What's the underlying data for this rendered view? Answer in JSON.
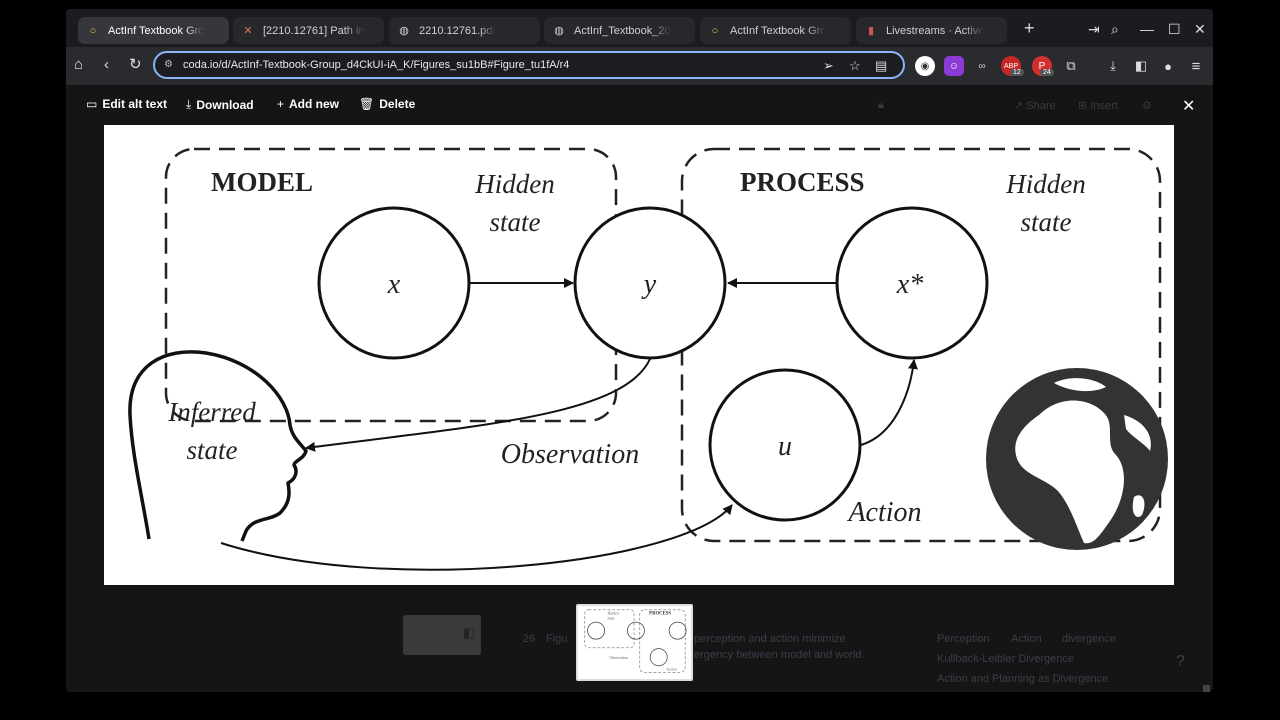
{
  "tabs": [
    {
      "title": "ActInf Textbook Gro",
      "icon": "○",
      "active": true
    },
    {
      "title": "[2210.12761] Path in",
      "icon": "✕"
    },
    {
      "title": "2210.12761.pdf",
      "icon": "◍"
    },
    {
      "title": "ActInf_Textbook_20",
      "icon": "◍"
    },
    {
      "title": "ActInf Textbook Gro",
      "icon": "○"
    },
    {
      "title": "Livestreams · Active",
      "icon": "▮"
    }
  ],
  "url": "coda.io/d/ActInf-Textbook-Group_d4CkUI-iA_K/Figures_su1bB#Figure_tu1fA/r4",
  "extensions": {
    "badge1": "12",
    "badge2": "24",
    "label1": "ABP"
  },
  "toolbar": {
    "edit_alt": "Edit alt text",
    "download": "Download",
    "add_new": "Add new",
    "delete": "Delete",
    "share": "Share",
    "insert": "Insert"
  },
  "figure": {
    "model_label": "MODEL",
    "process_label": "PROCESS",
    "hidden_state_left": [
      "Hidden",
      "state"
    ],
    "hidden_state_right": [
      "Hidden",
      "state"
    ],
    "node_x": "x",
    "node_y": "y",
    "node_xstar": "x*",
    "node_u": "u",
    "inferred_state": [
      "Inferred",
      "state"
    ],
    "observation": "Observation",
    "action": "Action"
  },
  "background_doc": {
    "row_number": "26",
    "caption_fragment": "Figu",
    "caption_line1": "perception and action minimize",
    "caption_line2": "ergency between model and world.",
    "tags": [
      "Perception",
      "Action",
      "divergence"
    ],
    "link1": "Kullback-Leibler Divergence",
    "link2": "Action and Planning as Divergence"
  },
  "thumbnail": {
    "hidden": "Hidden",
    "state": "state",
    "process": "PROCESS",
    "observation": "Observation",
    "action": "Action"
  },
  "help_icon": "?"
}
